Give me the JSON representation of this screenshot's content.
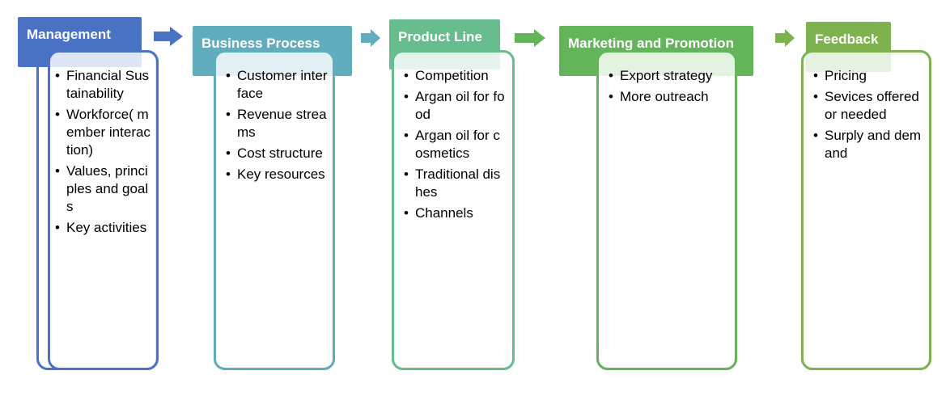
{
  "colors": {
    "stage1": "#4A72C4",
    "stage2": "#62ADBD",
    "stage3": "#68BD8F",
    "stage4": "#63B45A",
    "stage5": "#7DB24F"
  },
  "stages": [
    {
      "title": "Management",
      "items": [
        "Financial Sustainability",
        "Workforce( member interaction)",
        "Values, principles and goals",
        "Key activities"
      ]
    },
    {
      "title": "Business Process",
      "items": [
        "Customer interface",
        "Revenue streams",
        "Cost structure",
        "Key resources"
      ]
    },
    {
      "title": "Product Line",
      "items": [
        "Competition",
        "Argan oil for food",
        "Argan oil for cosmetics",
        "Traditional dishes",
        "Channels"
      ]
    },
    {
      "title": "Marketing and Promotion",
      "items": [
        "Export strategy",
        "More outreach"
      ]
    },
    {
      "title": "Feedback",
      "items": [
        "Pricing",
        "Sevices offered or needed",
        "Surply and demand"
      ]
    }
  ]
}
